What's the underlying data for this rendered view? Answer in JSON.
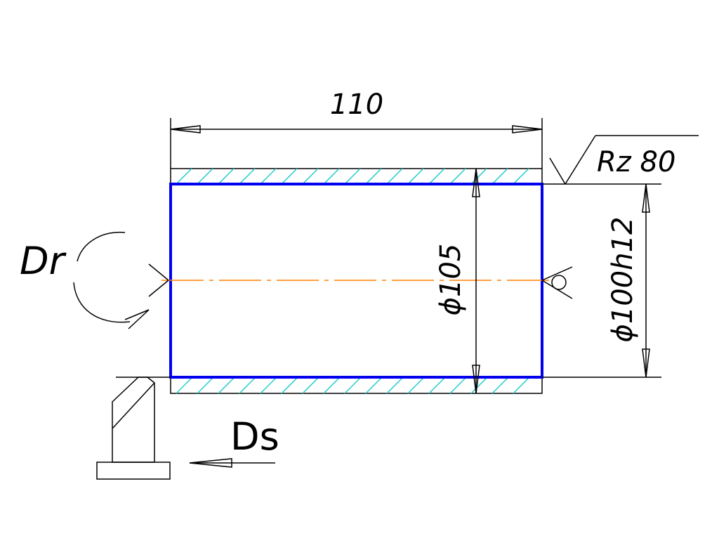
{
  "labels": {
    "length": "110",
    "roughness": "Rz 80",
    "bore_diameter": "ϕ105",
    "outer_diameter": "ϕ100h12",
    "rotation": "Dr",
    "feed": "Ds"
  },
  "colors": {
    "part_outline": "#0000ee",
    "hatch": "#22cccc",
    "axis": "#ff8000",
    "lines": "#000000"
  }
}
